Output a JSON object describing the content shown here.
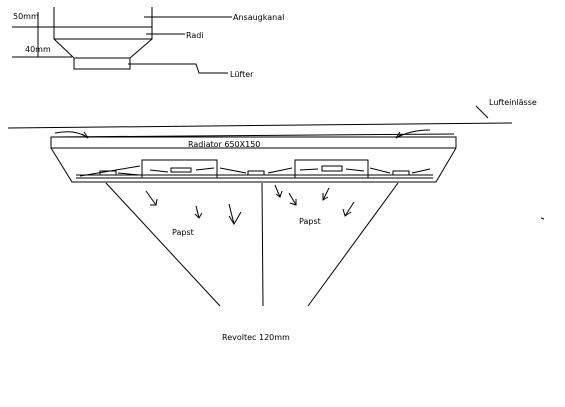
{
  "labels": {
    "dim_50": "50mm",
    "dim_40": "40mm",
    "ansaugkanal": "Ansaugkanal",
    "radi": "Radi",
    "luefter": "Lüfter",
    "lufteinlaesse": "Lufteinlässe",
    "radiator": "Radiator 650X150",
    "papst_left": "Papst",
    "papst_right": "Papst",
    "revoltec": "Revoltec 120mm"
  },
  "colors": {
    "ink": "#000000",
    "background": "#ffffff"
  }
}
